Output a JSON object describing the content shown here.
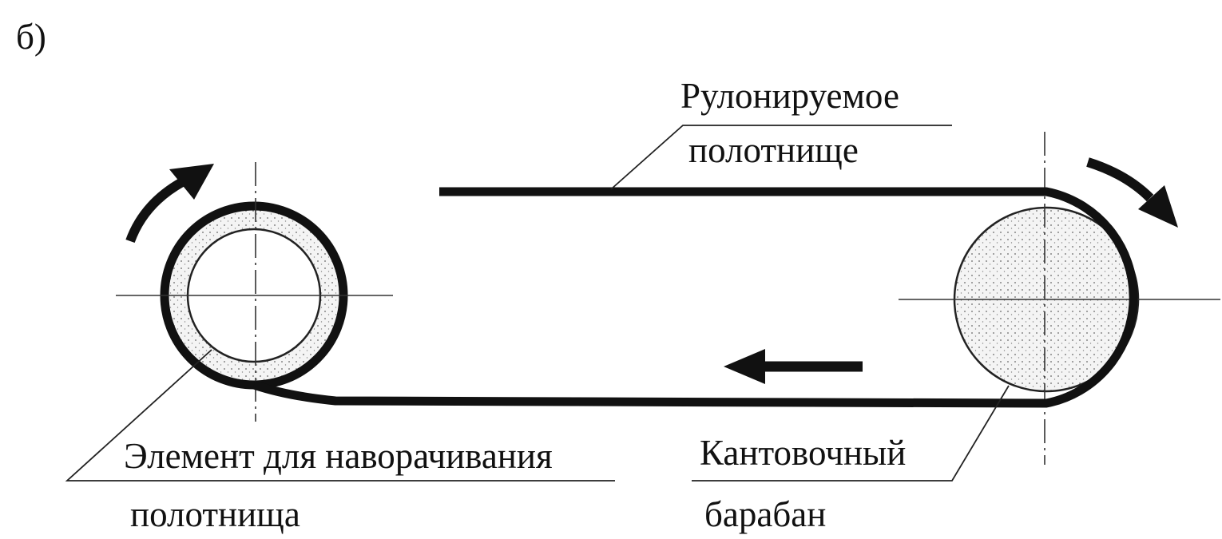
{
  "subfigure_label": "б)",
  "labels": {
    "rolled_sheet": [
      "Рулонируемое",
      "полотнище"
    ],
    "winding_element": [
      "Элемент для наворачивания",
      "полотнища"
    ],
    "edging_drum": [
      "Кантовочный",
      "барабан"
    ]
  },
  "colors": {
    "ink": "#111111",
    "background": "#ffffff",
    "dot_fill": "#f4f4f4"
  }
}
